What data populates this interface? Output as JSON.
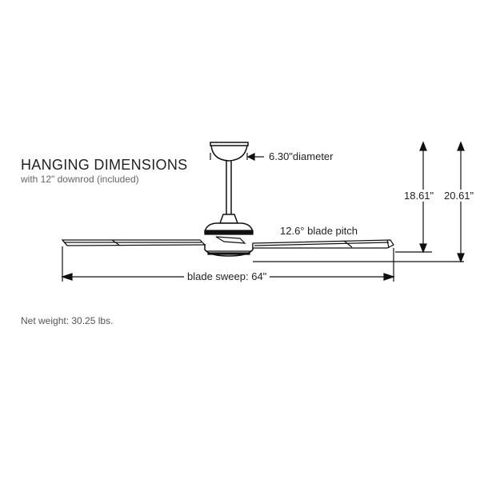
{
  "diagram": {
    "title": "HANGING DIMENSIONS",
    "subtitle": "with 12\" downrod (included)",
    "canopy_label": "6.30\"diameter",
    "pitch_label": "12.6° blade pitch",
    "height_short_label": "18.61\"",
    "height_long_label": "20.61\"",
    "sweep_label": "blade sweep: 64\"",
    "weight_label": "Net weight: 30.25 lbs."
  },
  "colors": {
    "line": "#111111",
    "text": "#222222",
    "subtext": "#666666"
  }
}
